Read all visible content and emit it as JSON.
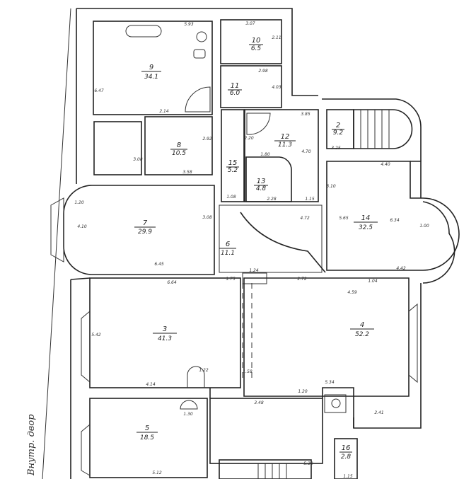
{
  "plan": {
    "street_label": "Внутр. двор",
    "rooms": [
      {
        "number": "9",
        "area": "34.1"
      },
      {
        "number": "10",
        "area": "6.5"
      },
      {
        "number": "11",
        "area": "6.0"
      },
      {
        "number": "12",
        "area": "11.3"
      },
      {
        "number": "15",
        "area": "5.2"
      },
      {
        "number": "13",
        "area": "4.8"
      },
      {
        "number": "2",
        "area": "9.2"
      },
      {
        "number": "8",
        "area": "10.5"
      },
      {
        "number": "7",
        "area": "29.9"
      },
      {
        "number": "6",
        "area": "11.1"
      },
      {
        "number": "14",
        "area": "32.5"
      },
      {
        "number": "3",
        "area": "41.3"
      },
      {
        "number": "4",
        "area": "52.2"
      },
      {
        "number": "5",
        "area": "18.5"
      },
      {
        "number": "16",
        "area": "2.8"
      }
    ],
    "dimensions": [
      "5.93",
      "3.07",
      "2.98",
      "4.03",
      "2.11",
      "6.47",
      "2.14",
      "3.58",
      "2.92",
      "3.08",
      "1.20",
      "4.10",
      "6.45",
      "3.08",
      "1.08",
      "1.80",
      "2.20",
      "4.70",
      "2.28",
      "1.15",
      "4.72",
      "3.85",
      "3.25",
      "4.40",
      "3.10",
      "5.65",
      "6.34",
      "1.00",
      "4.42",
      "1.04",
      "4.59",
      "6.64",
      "1.75",
      "1.24",
      "2.72",
      "5.42",
      "4.14",
      "1.22",
      "1.58",
      "5.34",
      "1.20",
      "3.48",
      "2.41",
      "1.30",
      "5.12",
      "5.33",
      "1.15"
    ]
  }
}
